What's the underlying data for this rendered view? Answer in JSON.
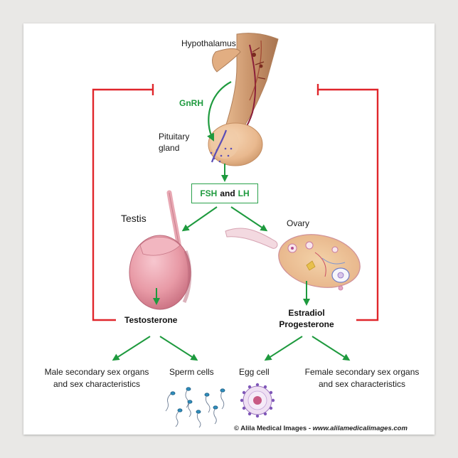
{
  "labels": {
    "hypothalamus": "Hypothalamus",
    "gnrh": "GnRH",
    "pituitary_line1": "Pituitary",
    "pituitary_line2": "gland",
    "fsh": "FSH",
    "and": "and",
    "lh": "LH",
    "testis": "Testis",
    "ovary": "Ovary",
    "testosterone": "Testosterone",
    "estradiol": "Estradiol",
    "progesterone": "Progesterone",
    "male_line1": "Male secondary sex organs",
    "male_line2": "and sex characteristics",
    "sperm": "Sperm cells",
    "egg": "Egg cell",
    "female_line1": "Female secondary sex organs",
    "female_line2": "and sex characteristics"
  },
  "credit": {
    "owner": "© Alila Medical Images",
    "separator": "-",
    "site": "www.alilamedicalimages.com"
  },
  "colors": {
    "activation_arrow": "#1e9a3e",
    "inhibition_line": "#e0262b",
    "tissue_pink": "#e89aa6",
    "pituitary_tan": "#e9b98f",
    "poster_background": "#ffffff",
    "wall": "#e9e8e6"
  }
}
